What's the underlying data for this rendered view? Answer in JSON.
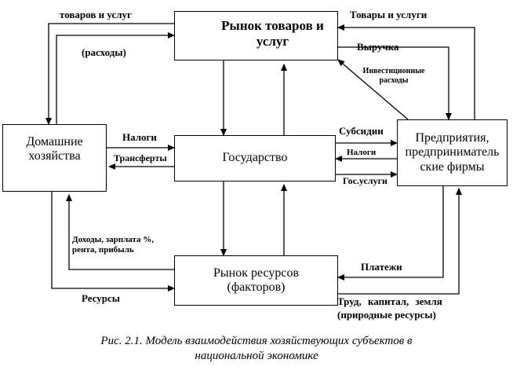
{
  "diagram": {
    "nodes": {
      "goods_market": "Рынок товаров и услуг",
      "households": "Домашние хозяйства",
      "government": "Государство",
      "enterprises": "Предприятия, предприниматель ские фирмы",
      "resource_market": "Рынок ресурсов (факторов)"
    },
    "edges": {
      "goods_to_households_a": "товаров и услуг",
      "goods_to_households_b": "(расходы)",
      "enterprises_to_goods": "Товары и услуги",
      "goods_revenue": "Выручка",
      "investment_spending": "Инвестиционные расходы",
      "taxes_households": "Налоги",
      "transfers": "Трансферты",
      "subsidies": "Субсидии",
      "taxes_enterprises": "Налоги",
      "public_services": "Гос.услуги",
      "incomes": "Доходы, зарплата %, рента, прибыль",
      "resources": "Ресурсы",
      "payments": "Платежи",
      "factors_a": "Труд, капитал, земля",
      "factors_b": "(природные ресурсы)"
    }
  },
  "caption": {
    "line1": "Рис. 2.1. Модель взаимодействия хозяйствующих субъектов в",
    "line2": "национальной экономике"
  }
}
